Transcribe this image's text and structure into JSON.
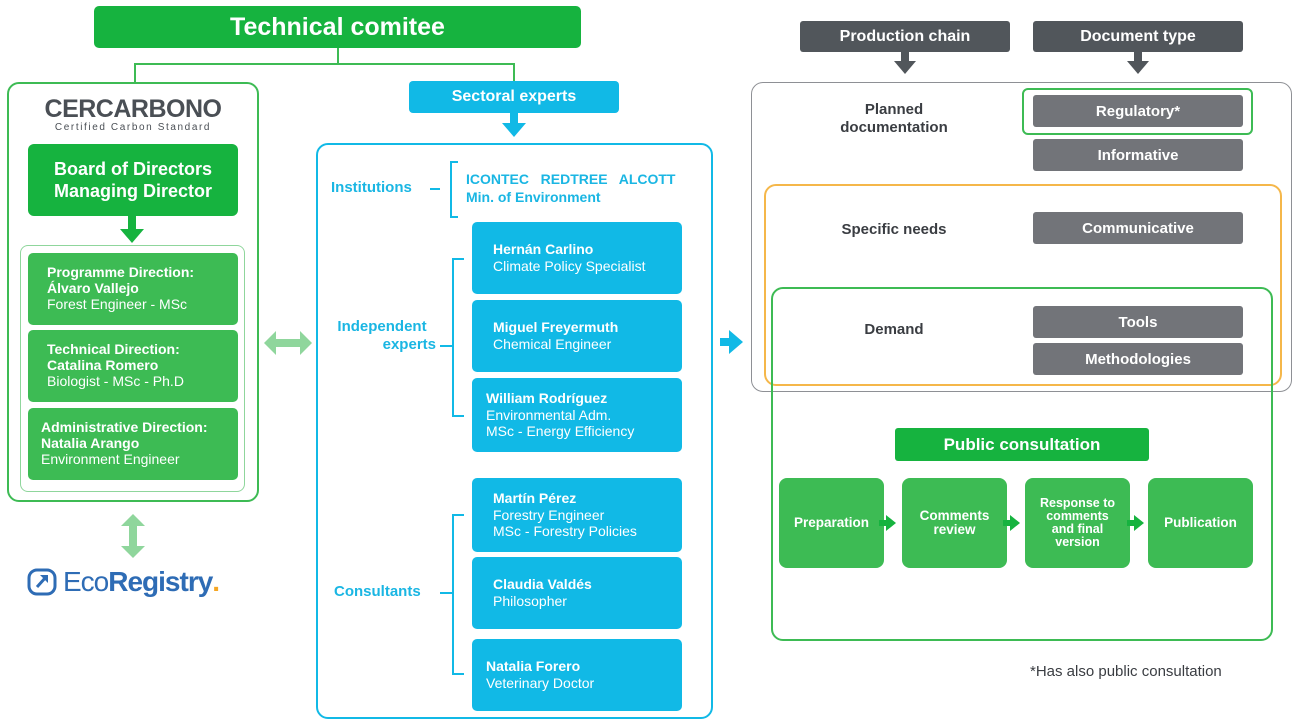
{
  "title": "Technical comitee",
  "cercarbono": {
    "logo_main": "CERCARBONO",
    "logo_sub": "Certified Carbon Standard",
    "board_line1": "Board of Directors",
    "board_line2": "Managing Director",
    "directions": [
      {
        "title": "Programme Direction:",
        "name": "Álvaro Vallejo",
        "role": "Forest Engineer - MSc"
      },
      {
        "title": "Technical Direction:",
        "name": "Catalina Romero",
        "role": "Biologist - MSc - Ph.D"
      },
      {
        "title": "Administrative Direction:",
        "name": "Natalia Arango",
        "role": "Environment Engineer"
      }
    ],
    "ecoregistry_prefix": "Eco",
    "ecoregistry_suffix": "Registry",
    "ecoregistry_dot": "."
  },
  "sectoral": {
    "header": "Sectoral experts",
    "institutions_label": "Institutions",
    "institutions_line1": "ICONTEC   REDTREE   ALCOTT",
    "institutions_line2": "Min. of Environment",
    "independent_label_1": "Independent",
    "independent_label_2": "experts",
    "independent": [
      {
        "name": "Hernán Carlino",
        "role1": "Climate Policy Specialist",
        "role2": ""
      },
      {
        "name": "Miguel Freyermuth",
        "role1": "Chemical Engineer",
        "role2": ""
      },
      {
        "name": "William Rodríguez",
        "role1": "Environmental Adm.",
        "role2": "MSc - Energy Efficiency"
      }
    ],
    "consultants_label": "Consultants",
    "consultants": [
      {
        "name": "Martín Pérez",
        "role1": "Forestry Engineer",
        "role2": "MSc - Forestry Policies"
      },
      {
        "name": "Claudia Valdés",
        "role1": "Philosopher",
        "role2": ""
      },
      {
        "name": "Natalia Forero",
        "role1": "Veterinary Doctor",
        "role2": ""
      }
    ]
  },
  "right": {
    "production_chain": "Production chain",
    "document_type": "Document type",
    "planned_1": "Planned",
    "planned_2": "documentation",
    "specific_needs": "Specific needs",
    "demand": "Demand",
    "regulatory": "Regulatory*",
    "informative": "Informative",
    "communicative": "Communicative",
    "tools": "Tools",
    "methodologies": "Methodologies",
    "public_consultation": "Public consultation",
    "steps": {
      "preparation": "Preparation",
      "comments_review_1": "Comments",
      "comments_review_2": "review",
      "response_1": "Response to",
      "response_2": "comments",
      "response_3": "and final",
      "response_4": "version",
      "publication": "Publication"
    },
    "footnote": "*Has also public consultation"
  },
  "colors": {
    "green": "#3dbb54",
    "cyan": "#11b9e6",
    "grey": "#727479",
    "orange": "#f5b74a"
  }
}
